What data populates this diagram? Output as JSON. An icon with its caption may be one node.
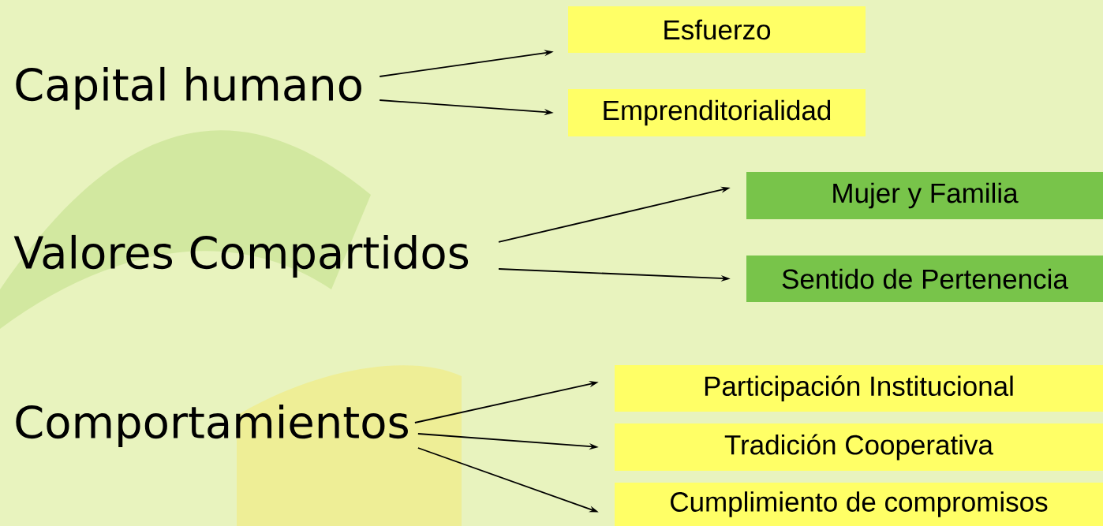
{
  "diagram": {
    "nodes": [
      {
        "text": [
          "Capital humano"
        ]
      },
      {
        "text": [
          "Esfuerzo"
        ]
      },
      {
        "text": [
          "Emprenditorialidad"
        ]
      },
      {
        "text": [
          "Valores Compartidos"
        ]
      },
      {
        "text": [
          "Mujer y Familia"
        ]
      },
      {
        "text": [
          "Sentido de Pertenencia"
        ]
      },
      {
        "text": [
          "Comportamientos"
        ]
      },
      {
        "text": [
          "Participación Institucional"
        ]
      },
      {
        "text": [
          "Tradición Cooperativa"
        ]
      },
      {
        "text": [
          "Cumplimiento de compromisos"
        ]
      }
    ],
    "edges": [
      {
        "from": 0,
        "to": 1,
        "arrow": "to"
      },
      {
        "from": 0,
        "to": 2,
        "arrow": "to"
      },
      {
        "from": 3,
        "to": 4,
        "arrow": "to"
      },
      {
        "from": 3,
        "to": 5,
        "arrow": "to"
      },
      {
        "from": 6,
        "to": 7,
        "arrow": "to"
      },
      {
        "from": 6,
        "to": 8,
        "arrow": "to"
      },
      {
        "from": 6,
        "to": 9,
        "arrow": "to"
      }
    ]
  }
}
